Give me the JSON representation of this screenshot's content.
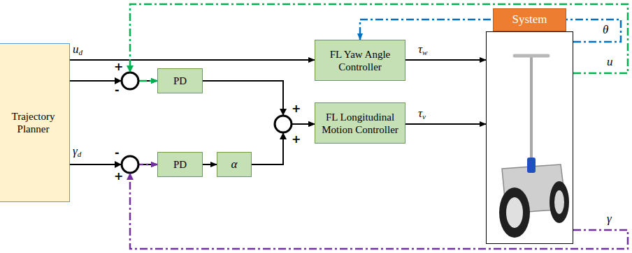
{
  "diagram": {
    "nodes": [
      {
        "text": [
          "Trajectory Planner"
        ]
      },
      {
        "text": [
          "PD"
        ]
      },
      {
        "text": [
          "PD"
        ]
      },
      {
        "text": [
          "α"
        ]
      },
      {
        "text": [
          "FL Yaw Angle Controller"
        ]
      },
      {
        "text": [
          "FL Longitudinal Motion Controller"
        ]
      },
      {
        "text": [
          "System"
        ]
      }
    ],
    "edges": [
      {
        "from": 0,
        "to": 4,
        "arrow": "to",
        "label": "ud"
      },
      {
        "from": 0,
        "to": 1,
        "arrow": "to"
      },
      {
        "from": 0,
        "to": 2,
        "arrow": "to",
        "label": "γd"
      },
      {
        "from": 2,
        "to": 3,
        "arrow": "to"
      },
      {
        "from": 1,
        "to": 5,
        "arrow": "to"
      },
      {
        "from": 3,
        "to": 5,
        "arrow": "to"
      },
      {
        "from": 4,
        "to": 6,
        "arrow": "to",
        "label": "τw"
      },
      {
        "from": 5,
        "to": 6,
        "arrow": "to",
        "label": "τv"
      },
      {
        "from": 6,
        "to": 4,
        "arrow": "to",
        "label": "θ"
      },
      {
        "from": 6,
        "to": 1,
        "arrow": "to",
        "label": "u"
      },
      {
        "from": 6,
        "to": 2,
        "arrow": "to",
        "label": "γ"
      }
    ],
    "labels": [
      "+",
      "-",
      "-",
      "+",
      "+",
      "+"
    ]
  }
}
